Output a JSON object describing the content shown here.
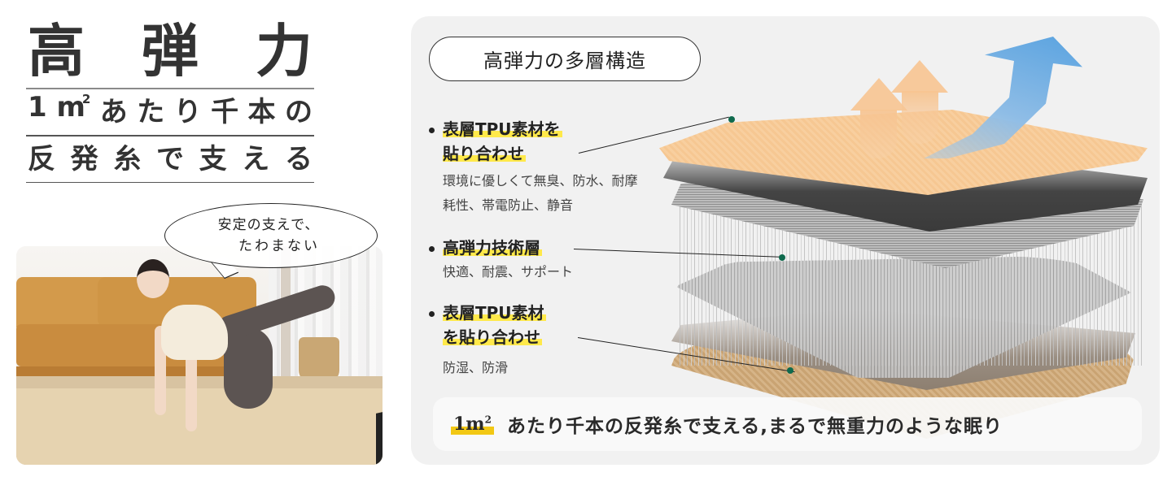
{
  "headline": {
    "main_chars": [
      "高",
      "弾",
      "力"
    ],
    "line2_prefix": "1 m",
    "line2_sup": "2",
    "line2_chars": [
      "あ",
      "た",
      "り",
      "千",
      "本",
      "の"
    ],
    "line3_chars": [
      "反",
      "発",
      "糸",
      "で",
      "支",
      "え",
      "る"
    ]
  },
  "photo": {
    "alt": "woman exercising on beige mat in living room",
    "speech_bubble": {
      "line1": "安定の支えで、",
      "line2": "たわまない"
    }
  },
  "panel": {
    "title": "高弾力の多層構造",
    "features": [
      {
        "title_line1": "表層TPU素材を",
        "title_line2": "貼り合わせ",
        "desc_line1": "環境に優しくて無臭、防水、耐摩",
        "desc_line2": "耗性、帯電防止、静音"
      },
      {
        "title_line1": "高弾力技術層",
        "title_line2": "",
        "desc_line1": "快適、耐震、サポート",
        "desc_line2": ""
      },
      {
        "title_line1": "表層TPU素材",
        "title_line2": "を貼り合わせ",
        "desc_line1": "防湿、防滑",
        "desc_line2": ""
      }
    ],
    "bottom_bar": {
      "unit": "1m",
      "unit_sup": "2",
      "text": "あたり千本の反発糸で支える,まるで無重力のような眠り"
    }
  },
  "colors": {
    "highlight_yellow": "#ffe94a",
    "unit_highlight": "#f2c814",
    "dot_green": "#0f6a4d",
    "panel_bg": "#f1f1f1",
    "text_dark": "#333333",
    "top_layer": "#f8cf9f",
    "arrow_blue": "#5aa3e0"
  }
}
